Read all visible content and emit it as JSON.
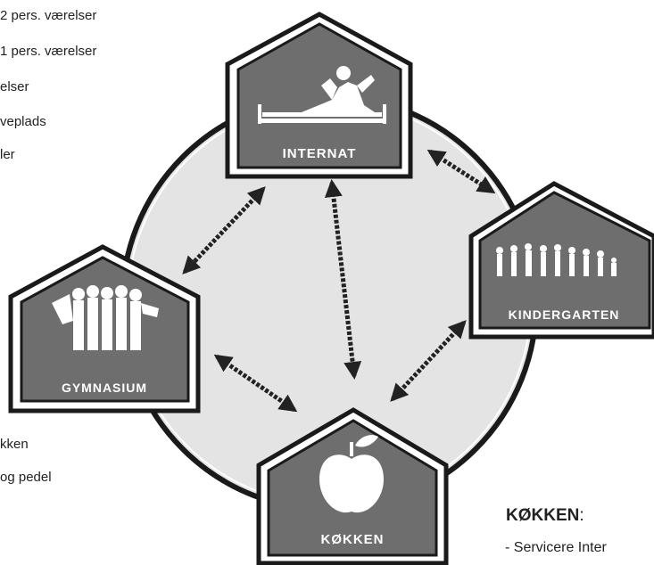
{
  "left_text": {
    "line1": "2 pers. værelser",
    "line2": "1 pers. værelser",
    "line3": "elser",
    "line4": "veplads",
    "line5": "ler",
    "line6": "kken",
    "line7": "og pedel"
  },
  "nodes": {
    "internat": "INTERNAT",
    "kindergarten": "KINDERGARTEN",
    "gymnasium": "GYMNASIUM",
    "kokken": "KØKKEN"
  },
  "kokken_section": {
    "title": "KØKKEN",
    "colon": ":",
    "item": "- Servicere Inter"
  },
  "colors": {
    "circle_fill": "#e4e4e4",
    "house_fill": "#6e6e6e",
    "outline": "#1a1a1a",
    "arrow": "#222222"
  },
  "icons": {
    "internat": "reclining-figure-on-bed-icon",
    "kindergarten": "children-silhouettes-icon",
    "gymnasium": "teenagers-group-icon",
    "kokken": "apple-icon"
  }
}
